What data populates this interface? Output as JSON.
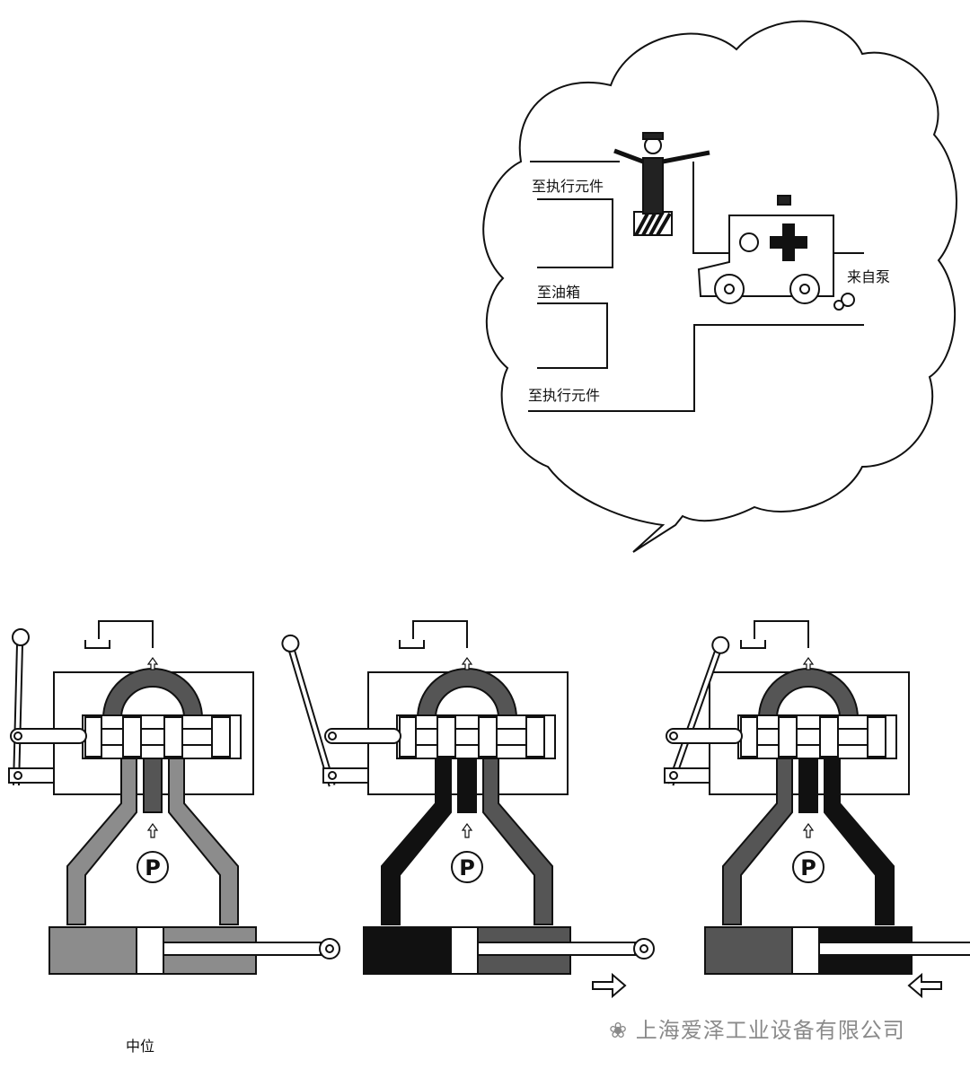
{
  "bubble": {
    "labels": {
      "to_actuator_top": "至执行元件",
      "to_tank": "至油箱",
      "to_actuator_bottom": "至执行元件",
      "from_pump": "来自泵"
    }
  },
  "valves": [
    {
      "name": "neutral",
      "pressure_label": "P",
      "arch_color": "#555555",
      "left_color": "#8c8c8c",
      "right_color": "#8c8c8c",
      "center_color": "#555555",
      "cyl_left": "#8c8c8c",
      "cyl_right": "#8c8c8c",
      "lever": "vertical",
      "move": "none"
    },
    {
      "name": "shift-left",
      "pressure_label": "P",
      "arch_color": "#555555",
      "left_color": "#111111",
      "right_color": "#555555",
      "center_color": "#111111",
      "cyl_left": "#111111",
      "cyl_right": "#555555",
      "lever": "left",
      "move": "right"
    },
    {
      "name": "shift-right",
      "pressure_label": "P",
      "arch_color": "#555555",
      "left_color": "#555555",
      "right_color": "#111111",
      "center_color": "#111111",
      "cyl_left": "#555555",
      "cyl_right": "#111111",
      "lever": "right",
      "move": "left"
    }
  ],
  "caption": "中位",
  "watermark": "上海爱泽工业设备有限公司"
}
